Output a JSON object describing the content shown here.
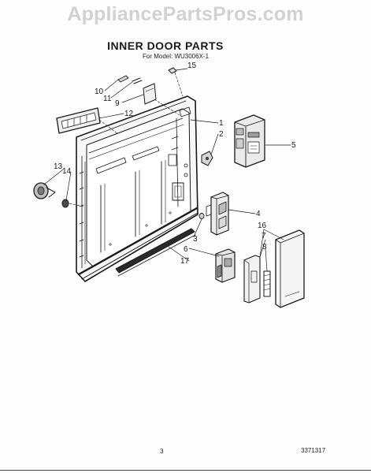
{
  "watermark": "AppliancePartsPros.com",
  "title": "INNER DOOR PARTS",
  "subtitle": "For Model: WU3006X-1",
  "page_number": "3",
  "doc_number": "3371317",
  "callouts": {
    "c1": "1",
    "c2": "2",
    "c3": "3",
    "c4": "4",
    "c5": "5",
    "c6": "6",
    "c7": "7",
    "c8": "8",
    "c9": "9",
    "c10": "10",
    "c11": "11",
    "c12": "12",
    "c13": "13",
    "c14": "14",
    "c15": "15",
    "c16": "16",
    "c17": "17"
  }
}
